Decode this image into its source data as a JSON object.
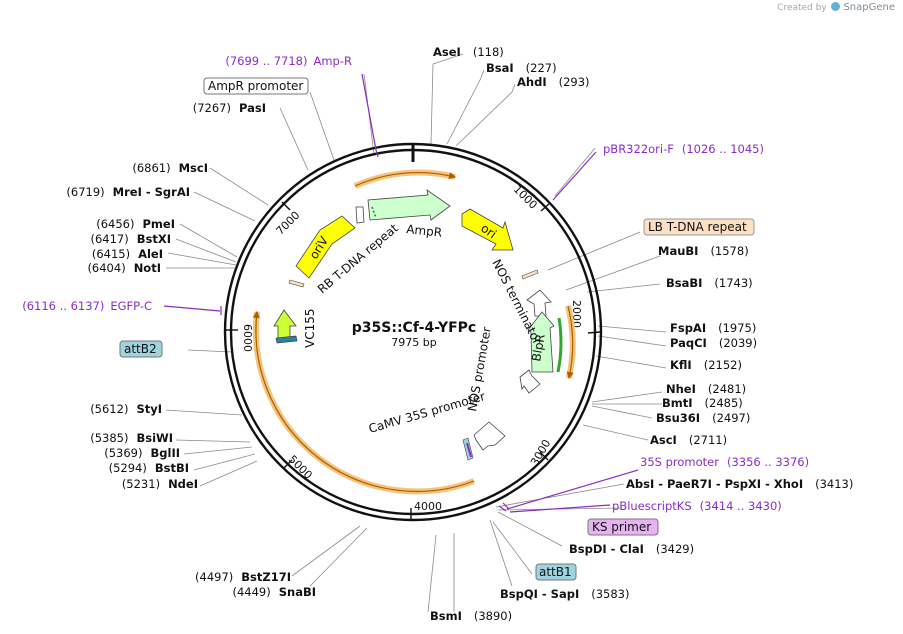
{
  "branding": {
    "created_by": "Created by",
    "brand": "SnapGene"
  },
  "plasmid": {
    "name": "p35S::Cf-4-YFPc",
    "length": "7975 bp",
    "total_bp": 7975
  },
  "ticks": [
    "1000",
    "2000",
    "3000",
    "4000",
    "5000",
    "6000",
    "7000"
  ],
  "sites": [
    {
      "name": "AseI",
      "pos": "(118)"
    },
    {
      "name": "BsaI",
      "pos": "(227)"
    },
    {
      "name": "AhdI",
      "pos": "(293)"
    },
    {
      "name": "MauBI",
      "pos": "(1578)"
    },
    {
      "name": "BsaBI",
      "pos": "(1743)"
    },
    {
      "name": "FspAI",
      "pos": "(1975)"
    },
    {
      "name": "PaqCI",
      "pos": "(2039)"
    },
    {
      "name": "KflI",
      "pos": "(2152)"
    },
    {
      "name": "NheI",
      "pos": "(2481)"
    },
    {
      "name": "BmtI",
      "pos": "(2485)"
    },
    {
      "name": "Bsu36I",
      "pos": "(2497)"
    },
    {
      "name": "AscI",
      "pos": "(2711)"
    },
    {
      "name": "AbsI - PaeR7I - PspXI - XhoI",
      "pos": "(3413)"
    },
    {
      "name": "BspDI - ClaI",
      "pos": "(3429)"
    },
    {
      "name": "BspQI - SapI",
      "pos": "(3583)"
    },
    {
      "name": "BsmI",
      "pos": "(3890)"
    },
    {
      "name": "SnaBI",
      "pos": "(4449)"
    },
    {
      "name": "BstZ17I",
      "pos": "(4497)"
    },
    {
      "name": "NdeI",
      "pos": "(5231)"
    },
    {
      "name": "BstBI",
      "pos": "(5294)"
    },
    {
      "name": "BglII",
      "pos": "(5369)"
    },
    {
      "name": "BsiWI",
      "pos": "(5385)"
    },
    {
      "name": "StyI",
      "pos": "(5612)"
    },
    {
      "name": "NotI",
      "pos": "(6404)"
    },
    {
      "name": "AleI",
      "pos": "(6415)"
    },
    {
      "name": "BstXI",
      "pos": "(6417)"
    },
    {
      "name": "PmeI",
      "pos": "(6456)"
    },
    {
      "name": "MreI - SgrAI",
      "pos": "(6719)"
    },
    {
      "name": "MscI",
      "pos": "(6861)"
    },
    {
      "name": "PasI",
      "pos": "(7267)"
    }
  ],
  "primers": [
    {
      "name": "Amp-R",
      "range": "(7699 .. 7718)"
    },
    {
      "name": "pBR322ori-F",
      "range": "(1026 .. 1045)"
    },
    {
      "name": "EGFP-C",
      "range": "(6116 .. 6137)"
    },
    {
      "name": "35S promoter",
      "range": "(3356 .. 3376)"
    },
    {
      "name": "pBluescriptKS",
      "range": "(3414 .. 3430)"
    }
  ],
  "boxed_labels": {
    "ampr_promoter": "AmpR promoter",
    "lb_repeat": "LB T-DNA repeat",
    "attB2": "attB2",
    "attB1": "attB1",
    "ks_primer": "KS primer"
  },
  "features": {
    "ampR": "AmpR",
    "ori": "ori",
    "oriV": "oriV",
    "rb_repeat": "RB T-DNA repeat",
    "nos_terminator": "NOS terminator",
    "bipR": "BlpR",
    "nos_promoter": "NOS promoter",
    "camv": "CaMV 35S promoter",
    "vc155": "VC155"
  },
  "colors": {
    "primer": "#8c2cc4",
    "orange_arc": "#f5a623",
    "ampR_fill": "#ccffcc",
    "yellow_fill": "#ffff00",
    "attB_fill": "#9fd3e0",
    "lb_fill": "#fde0c4",
    "ks_fill": "#e6b3f0"
  }
}
